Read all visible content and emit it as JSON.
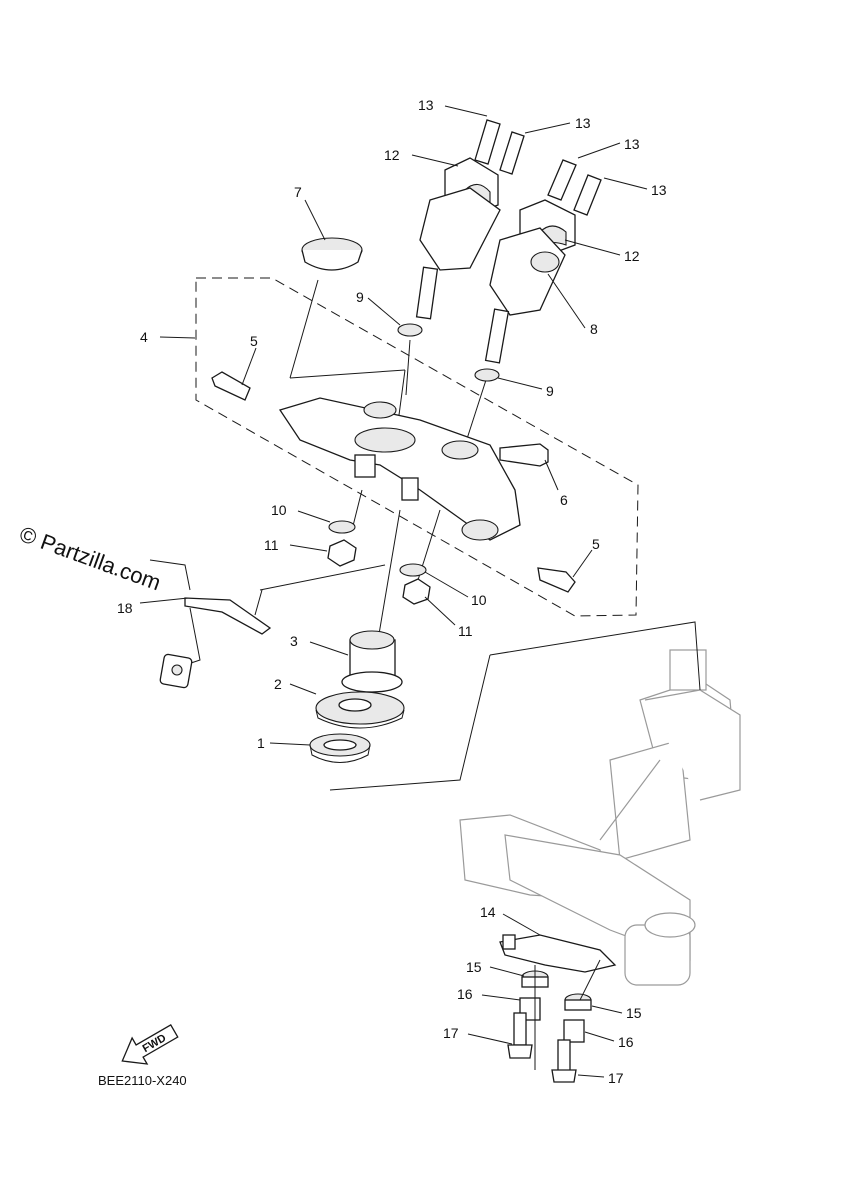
{
  "watermark": "© Partzilla.com",
  "diagram_code": "BEE2110-X240",
  "direction_label": "FWD",
  "callouts": {
    "c1": "1",
    "c2": "2",
    "c3": "3",
    "c4": "4",
    "c5a": "5",
    "c5b": "5",
    "c6": "6",
    "c7": "7",
    "c8": "8",
    "c9a": "9",
    "c9b": "9",
    "c10a": "10",
    "c10b": "10",
    "c11a": "11",
    "c11b": "11",
    "c12a": "12",
    "c12b": "12",
    "c13a": "13",
    "c13b": "13",
    "c13c": "13",
    "c13d": "13",
    "c14": "14",
    "c15a": "15",
    "c15b": "15",
    "c16a": "16",
    "c16b": "16",
    "c17a": "17",
    "c17b": "17",
    "c18": "18"
  }
}
